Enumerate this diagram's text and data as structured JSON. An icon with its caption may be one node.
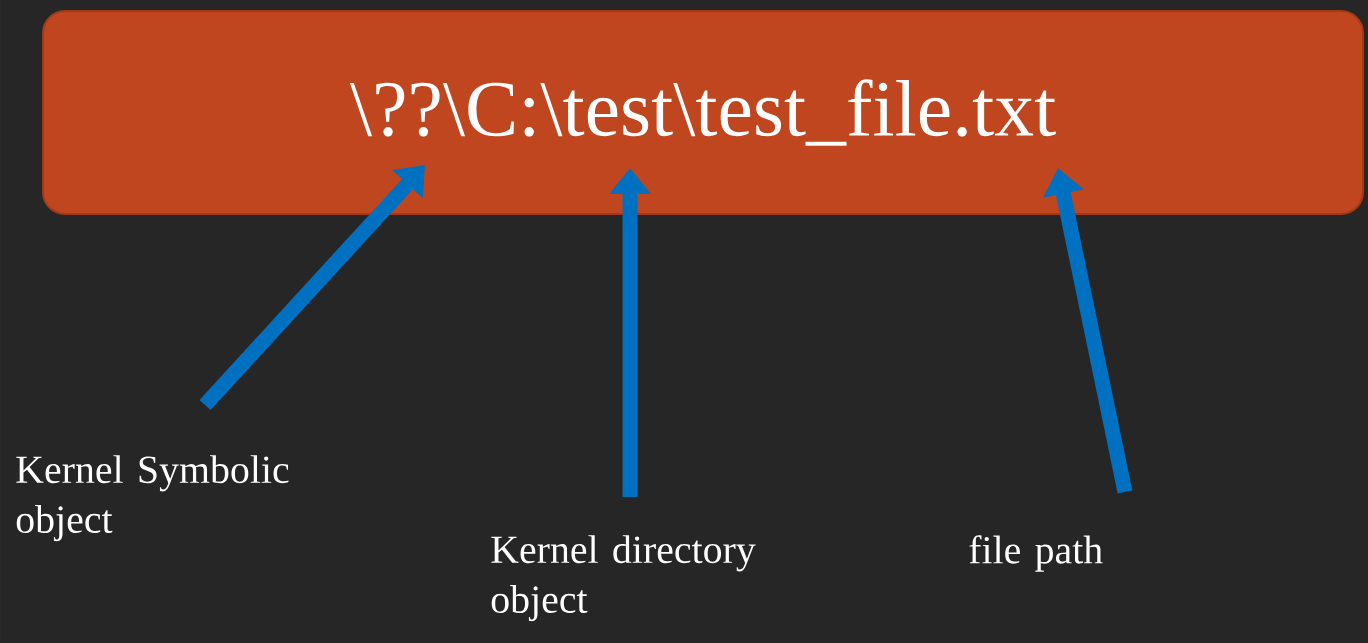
{
  "diagram": {
    "nodes": [
      {
        "text": [
          "\\??\\C:\\test\\test_file.txt"
        ]
      },
      {
        "text": [
          "Kernel Symbolic object"
        ]
      },
      {
        "text": [
          "Kernel directory object"
        ]
      },
      {
        "text": [
          "file path"
        ]
      }
    ],
    "edges": [
      {
        "from": 1,
        "to": 0,
        "arrow": "to"
      },
      {
        "from": 2,
        "to": 0,
        "arrow": "to"
      },
      {
        "from": 3,
        "to": 0,
        "arrow": "to"
      }
    ]
  }
}
